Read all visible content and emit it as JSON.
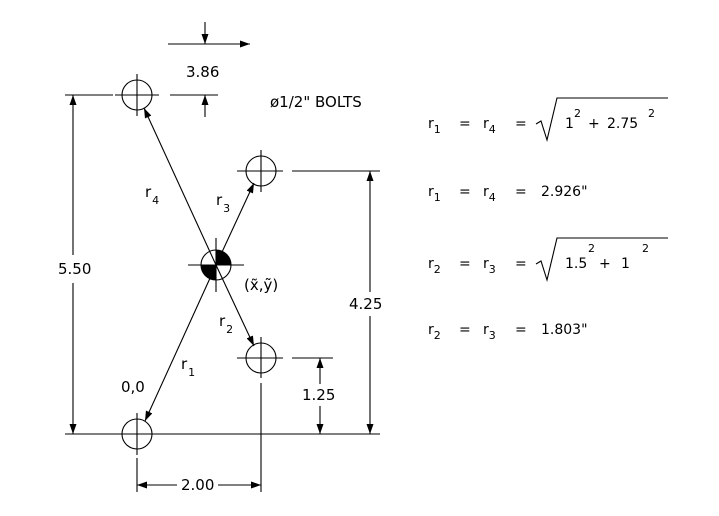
{
  "drawing": {
    "bolt_note": "ø1/2\" BOLTS",
    "dims": {
      "offset": "3.86",
      "height_total": "5.50",
      "height_right": "4.25",
      "height_low": "1.25",
      "width": "2.00"
    },
    "origin_label": "0,0",
    "centroid_label": "(x̃,ỹ)",
    "radius_labels": [
      {
        "main": "r",
        "sub": "1"
      },
      {
        "main": "r",
        "sub": "2"
      },
      {
        "main": "r",
        "sub": "3"
      },
      {
        "main": "r",
        "sub": "4"
      }
    ]
  },
  "equations": [
    {
      "lhs_a": "r",
      "lhs_a_sub": "1",
      "lhs_b": "r",
      "lhs_b_sub": "4",
      "rhs": "",
      "rad_a": "1",
      "rad_a_exp": "2",
      "rad_plus": "+",
      "rad_b": "2.75",
      "rad_b_exp": "2"
    },
    {
      "lhs_a": "r",
      "lhs_a_sub": "1",
      "lhs_b": "r",
      "lhs_b_sub": "4",
      "rhs": "2.926\""
    },
    {
      "lhs_a": "r",
      "lhs_a_sub": "2",
      "lhs_b": "r",
      "lhs_b_sub": "3",
      "rhs": "",
      "rad_a": "1.5",
      "rad_a_exp": "2",
      "rad_plus": "+",
      "rad_b": "1",
      "rad_b_exp": "2"
    },
    {
      "lhs_a": "r",
      "lhs_a_sub": "2",
      "lhs_b": "r",
      "lhs_b_sub": "3",
      "rhs": "1.803\""
    }
  ],
  "colors": {
    "ink": "#000000",
    "background": "#ffffff"
  }
}
